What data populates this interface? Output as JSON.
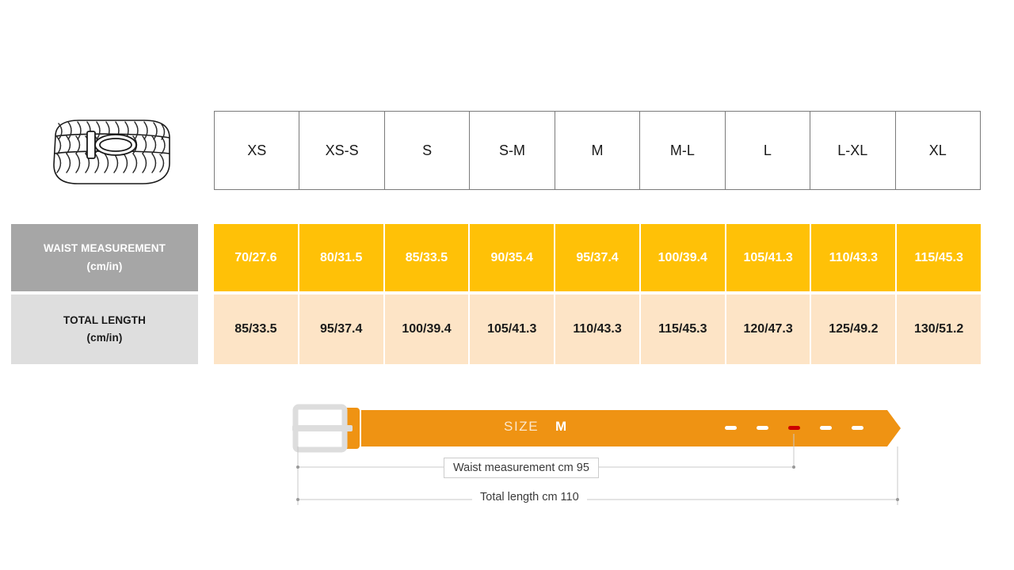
{
  "product": {
    "icon": "braided-belt-icon",
    "alt": "Braided belt coiled"
  },
  "table": {
    "sizes": [
      "XS",
      "XS-S",
      "S",
      "S-M",
      "M",
      "M-L",
      "L",
      "L-XL",
      "XL"
    ],
    "rows": [
      {
        "key": "waist",
        "label_line1": "WAIST MEASUREMENT",
        "label_line2": "(cm/in)",
        "values": [
          "70/27.6",
          "80/31.5",
          "85/33.5",
          "90/35.4",
          "95/37.4",
          "100/39.4",
          "105/41.3",
          "110/43.3",
          "115/45.3"
        ],
        "bg": "#FFC107",
        "label_bg": "#A6A6A6",
        "text_color": "#FFFFFF"
      },
      {
        "key": "length",
        "label_line1": "TOTAL LENGTH",
        "label_line2": "(cm/in)",
        "values": [
          "85/33.5",
          "95/37.4",
          "100/39.4",
          "105/41.3",
          "110/43.3",
          "115/45.3",
          "120/47.3",
          "125/49.2",
          "130/51.2"
        ],
        "bg": "#FDE4C6",
        "label_bg": "#DEDEDE",
        "text_color": "#1A1A1A"
      }
    ]
  },
  "diagram": {
    "size_caption": "SIZE",
    "size_value": "M",
    "waist_dim_label": "Waist measurement cm 95",
    "total_dim_label": "Total length cm 110",
    "belt_color": "#EF9313",
    "buckle_color": "#DDDDDD",
    "active_hole_color": "#CC0000",
    "hole_count": 5,
    "active_hole_index": 3
  }
}
